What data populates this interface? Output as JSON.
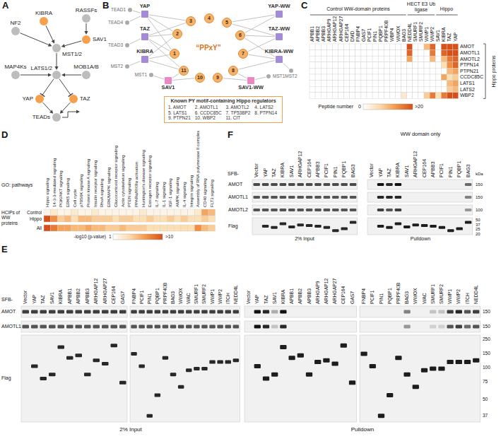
{
  "diagram": {
    "nodes": [
      {
        "text": [
          "KIBRA"
        ]
      },
      {
        "text": [
          "RASSFs"
        ]
      },
      {
        "text": [
          "NF2"
        ]
      },
      {
        "text": [
          "SAV1"
        ]
      },
      {
        "text": [
          "MST1/2"
        ]
      },
      {
        "text": [
          "MAP4Ks"
        ]
      },
      {
        "text": [
          "MOB1A/B"
        ]
      },
      {
        "text": [
          "LATS1/2"
        ]
      },
      {
        "text": [
          "YAP"
        ]
      },
      {
        "text": [
          "TAZ"
        ]
      },
      {
        "text": [
          "TEADs"
        ]
      },
      {
        "text": [
          "YAP"
        ]
      },
      {
        "text": [
          "YAP-WW"
        ]
      },
      {
        "text": [
          "TEAD1"
        ]
      },
      {
        "text": [
          "TEAD4"
        ]
      },
      {
        "text": [
          "TAZ"
        ]
      },
      {
        "text": [
          "TAZ-WW"
        ]
      },
      {
        "text": [
          "TEAD3"
        ]
      },
      {
        "text": [
          "KIBRA"
        ]
      },
      {
        "text": [
          "KIBRA-WW"
        ]
      },
      {
        "text": [
          "MST2"
        ]
      },
      {
        "text": [
          "MST2"
        ]
      },
      {
        "text": [
          "MST1"
        ]
      },
      {
        "text": [
          "SAV1"
        ]
      },
      {
        "text": [
          "SAV1-WW"
        ]
      },
      {
        "text": [
          "MST1"
        ]
      },
      {
        "text": [
          "1"
        ]
      },
      {
        "text": [
          "2"
        ]
      },
      {
        "text": [
          "3"
        ]
      },
      {
        "text": [
          "4"
        ]
      },
      {
        "text": [
          "5"
        ]
      },
      {
        "text": [
          "6"
        ]
      },
      {
        "text": [
          "7"
        ]
      },
      {
        "text": [
          "8"
        ]
      },
      {
        "text": [
          "9"
        ]
      },
      {
        "text": [
          "10"
        ]
      },
      {
        "text": [
          "11"
        ]
      },
      {
        "text": [
          "Known PY motif-containing Hippo regulators",
          "1. AMOT",
          "2. AMOTL1",
          "3. AMOTL2",
          "4. LATS2",
          "5. LATS1",
          "6. CCDC85C",
          "7. TP53BP2",
          "8. PTPN14",
          "9. PTPN21",
          "10. WBP2",
          "11. CIT"
        ]
      }
    ],
    "edges": [
      {
        "from": 2,
        "to": 4,
        "arrow": "to"
      },
      {
        "from": 0,
        "to": 4,
        "arrow": "to"
      },
      {
        "from": 1,
        "to": 3,
        "arrow": "to"
      },
      {
        "from": 3,
        "to": 4,
        "arrow": "to"
      },
      {
        "from": 4,
        "to": 7,
        "arrow": "to"
      },
      {
        "from": 5,
        "to": 7,
        "arrow": "to"
      },
      {
        "from": 6,
        "to": 7,
        "arrow": "to"
      },
      {
        "from": 7,
        "to": 8,
        "arrow": "to"
      },
      {
        "from": 7,
        "to": 9,
        "arrow": "to"
      },
      {
        "from": 8,
        "to": 10,
        "arrow": "to"
      },
      {
        "from": 9,
        "to": 10,
        "arrow": "to"
      },
      {
        "from": 11,
        "to": 27,
        "arrow": "none"
      },
      {
        "from": 11,
        "to": 28,
        "arrow": "none"
      },
      {
        "from": 11,
        "to": 26,
        "arrow": "none"
      },
      {
        "from": 15,
        "to": 26,
        "arrow": "none"
      },
      {
        "from": 15,
        "to": 27,
        "arrow": "none"
      },
      {
        "from": 15,
        "to": 28,
        "arrow": "none"
      },
      {
        "from": 15,
        "to": 36,
        "arrow": "none"
      },
      {
        "from": 18,
        "to": 26,
        "arrow": "none"
      },
      {
        "from": 18,
        "to": 27,
        "arrow": "none"
      },
      {
        "from": 18,
        "to": 36,
        "arrow": "none"
      },
      {
        "from": 23,
        "to": 35,
        "arrow": "none"
      },
      {
        "from": 23,
        "to": 36,
        "arrow": "none"
      },
      {
        "from": 12,
        "to": 30,
        "arrow": "none"
      },
      {
        "from": 12,
        "to": 31,
        "arrow": "none"
      },
      {
        "from": 16,
        "to": 30,
        "arrow": "none"
      },
      {
        "from": 16,
        "to": 31,
        "arrow": "none"
      },
      {
        "from": 16,
        "to": 32,
        "arrow": "none"
      },
      {
        "from": 19,
        "to": 31,
        "arrow": "none"
      },
      {
        "from": 19,
        "to": 32,
        "arrow": "none"
      },
      {
        "from": 19,
        "to": 33,
        "arrow": "none"
      },
      {
        "from": 24,
        "to": 33,
        "arrow": "none"
      },
      {
        "from": 24,
        "to": 34,
        "arrow": "none"
      },
      {
        "from": 13,
        "to": 11,
        "arrow": "none"
      },
      {
        "from": 14,
        "to": 11,
        "arrow": "none"
      },
      {
        "from": 17,
        "to": 15,
        "arrow": "none"
      },
      {
        "from": 20,
        "to": 18,
        "arrow": "none"
      },
      {
        "from": 22,
        "to": 23,
        "arrow": "none"
      },
      {
        "from": 21,
        "to": 19,
        "arrow": "none"
      },
      {
        "from": 25,
        "to": 24,
        "arrow": "none"
      }
    ],
    "labels": [
      "A",
      "B",
      "“PPxY”",
      "C",
      "Control WW-domain proteins",
      "HECT E3 Ub ligase",
      "Hippo",
      "APBB1",
      "APBB2",
      "APBB3",
      "ARHGAP9",
      "ARHGAP12",
      "ARHGAP27",
      "CEP164",
      "DMD",
      "FNBP4",
      "GAS7",
      "PCIF1",
      "PIN1",
      "PQBP1",
      "PRPF40B",
      "WBP4",
      "WWOX",
      "BAG3",
      "NEDD4L",
      "SMURF1",
      "SMURF2",
      "WWP1",
      "WWP2",
      "SAV1",
      "KIBRA",
      "TAZ",
      "YAP",
      "AMOT",
      "AMOTL1",
      "AMOTL2",
      "PTPN14",
      "PTPN21",
      "CCDC85C",
      "LATS1",
      "LATS2",
      "WBP2",
      "Hippo proteins",
      "Peptide number",
      "0",
      ">20",
      "D",
      "GO: pathways",
      "Hippo signaling",
      "14-3-3-mediated signaling",
      "PI3K/AKT signaling",
      "ERK5 signaling",
      "Cell cycle",
      "p70S6K signaling",
      "Protein kinase A signaling",
      "Insulin receptor signaling",
      "RhoA signaling",
      "ERK/MAPK signaling",
      "Glucocorticoid receptor signaling",
      "Actin cytoskeleton signaling",
      "PTEN signaling",
      "PPARα/RXRα activation",
      "Huntington's disease signaling",
      "Estrogen receptor signaling",
      "IL-7 signaling",
      "IL-1 signaling",
      "IGF-1 signaling",
      "AMPK signaling",
      "IL-4 signaling",
      "Integrin signaling",
      "Assembly of RNA polymerase II complex",
      "CD40 signaling",
      "FLT3 signaling",
      "HCIPs of WW proteins",
      "Control",
      "Hippo",
      "All",
      "-log10 (p-value)",
      "1",
      ">10",
      "F",
      "WW domain only",
      "SFB-",
      "Vector",
      "YAP",
      "TAZ",
      "KIBRA",
      "SAV1",
      "ARHGAP12",
      "CEP164",
      "APBB3",
      "PCIF1",
      "PIN1",
      "PQBP1",
      "BAG3",
      "Vector",
      "YAP",
      "TAZ",
      "KIBRA",
      "SAV1",
      "ARHGAP12",
      "CEP164",
      "APBB3",
      "PCIF1",
      "PIN1",
      "PQBP1",
      "BAG3",
      "AMOT",
      "AMOTL1",
      "AMOTL2",
      "Flag",
      "kDa",
      "150",
      "150",
      "100",
      "50",
      "37",
      "25",
      "20",
      "2% Input",
      "Pulldown",
      "E",
      "SFB-",
      "Vector",
      "YAP",
      "TAZ",
      "SAV1",
      "KIBRA",
      "APBB1",
      "APBB2",
      "APBB3",
      "ARHGAP12",
      "ARHGAP27",
      "CEP164",
      "GAS7",
      "FNBP4",
      "PCIF1",
      "PIN1",
      "PQBP1",
      "PRPF40B",
      "BAG3",
      "WWOX",
      "WAC",
      "SMURF1",
      "SMURF2",
      "WWP1",
      "WWP2",
      "ITCH",
      "NEDD4L",
      "Vector",
      "YAP",
      "TAZ",
      "SAV1",
      "KIBRA",
      "APBB1",
      "APBB2",
      "APBB3",
      "ARHGAP9",
      "ARHGAP12",
      "ARHGAP27",
      "CEP164",
      "GAS7",
      "FNBP4",
      "PCIF1",
      "PIN1",
      "PQBP1",
      "PRPF40B",
      "BAG3",
      "WWOX",
      "WAC",
      "SMURF1",
      "SMURF2",
      "WWP1",
      "WWP2",
      "ITCH",
      "NEDD4L",
      "AMOT",
      "AMOTL1",
      "Flag",
      "150",
      "150",
      "250",
      "150",
      "100",
      "75",
      "50",
      "37",
      "2% Input",
      "Pulldown"
    ]
  }
}
